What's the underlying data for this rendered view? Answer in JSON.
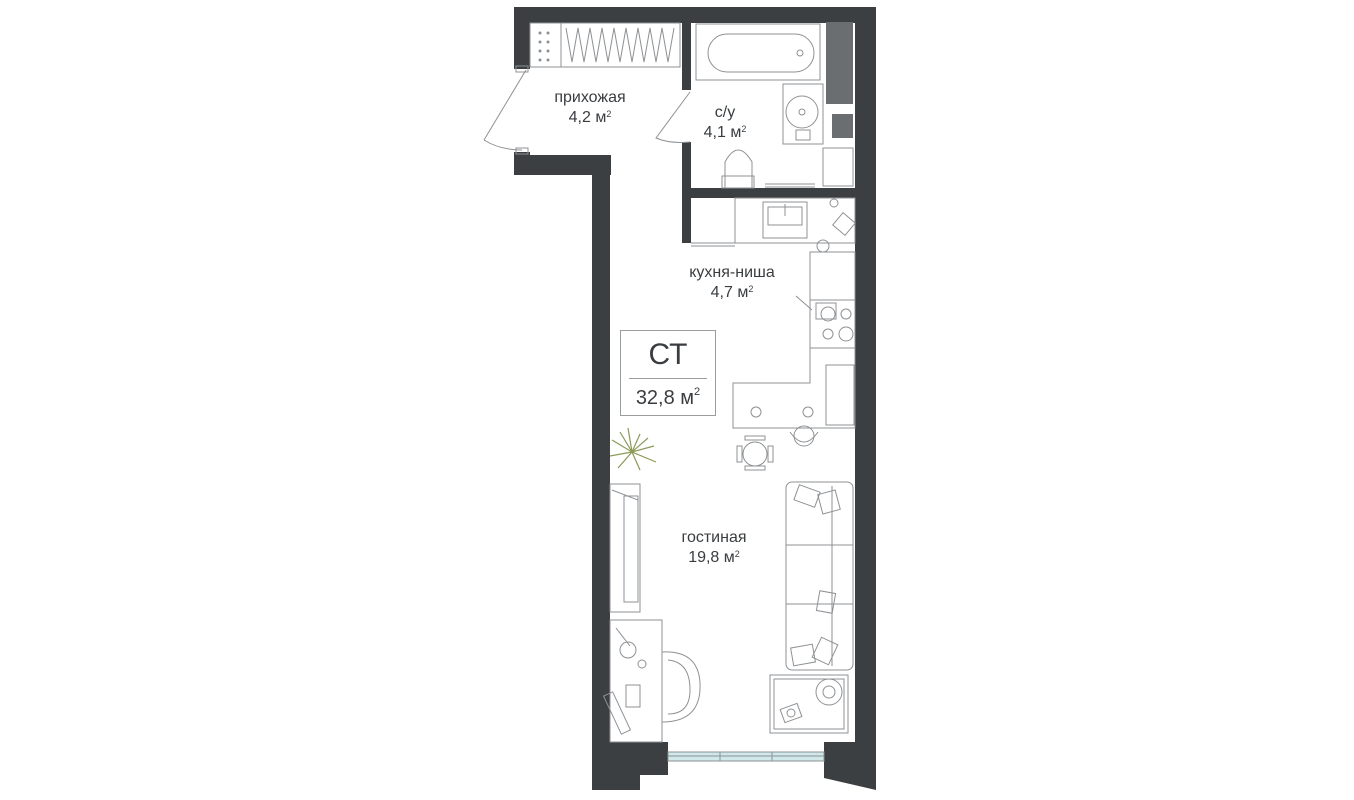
{
  "unit": {
    "type": "СТ",
    "area_value": "32,8 м",
    "area_sup": "2"
  },
  "rooms": {
    "hallway": {
      "name": "прихожая",
      "area": "4,2 м",
      "sup": "2"
    },
    "bathroom": {
      "name": "с/у",
      "area": "4,1 м",
      "sup": "2"
    },
    "kitchen": {
      "name": "кухня-ниша",
      "area": "4,7 м",
      "sup": "2"
    },
    "living": {
      "name": "гостиная",
      "area": "19,8 м",
      "sup": "2"
    }
  },
  "colors": {
    "wall": "#3c3f42",
    "line": "#8e9194",
    "text": "#3a3d40",
    "glass": "#cfe8ea",
    "plant": "#8a9a57"
  }
}
